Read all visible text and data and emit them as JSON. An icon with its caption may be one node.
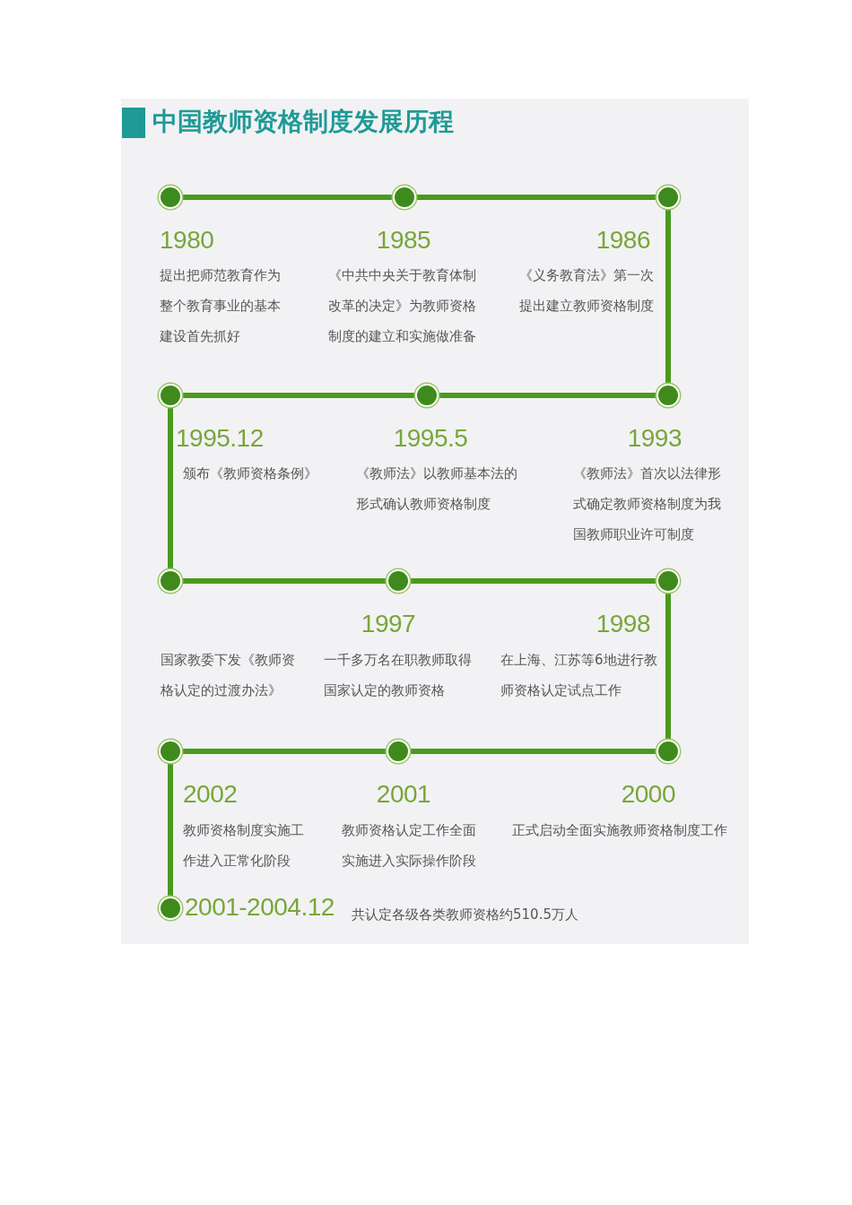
{
  "diagram": {
    "title": "中国教师资格制度发展历程",
    "nodes": [
      {
        "text": [],
        "shape": "circle",
        "beside": [
          "1980",
          "提出把师范教育作为整个教育事业的基本建设首先抓好"
        ]
      },
      {
        "text": [],
        "shape": "circle",
        "beside": [
          "1985",
          "《中共中央关于教育体制改革的决定》为教师资格制度的建立和实施做准备"
        ]
      },
      {
        "text": [],
        "shape": "circle",
        "beside": [
          "1986",
          "《义务教育法》第一次提出建立教师资格制度"
        ]
      },
      {
        "text": [],
        "shape": "circle",
        "beside": [
          "1993",
          "《教师法》首次以法律形式确定教师资格制度为我国教师职业许可制度"
        ]
      },
      {
        "text": [],
        "shape": "circle",
        "beside": [
          "1995.5",
          "《教师法》以教师基本法的形式确认教师资格制度"
        ]
      },
      {
        "text": [],
        "shape": "circle",
        "beside": [
          "1995.12",
          "颁布《教师资格条例》"
        ]
      },
      {
        "text": [],
        "shape": "circle"
      },
      {
        "text": [],
        "shape": "circle",
        "beside": [
          "1997",
          "一千多万名在职教师取得国家认定的教师资格"
        ]
      },
      {
        "text": [],
        "shape": "circle",
        "beside": [
          "1998",
          "在上海、江苏等6地进行教师资格认定试点工作"
        ]
      },
      {
        "text": [],
        "shape": "circle",
        "beside": [
          "2000",
          "正式启动全面实施教师资格制度工作"
        ]
      },
      {
        "text": [],
        "shape": "circle",
        "beside": [
          "2001",
          "教师资格认定工作全面实施进入实际操作阶段"
        ]
      },
      {
        "text": [],
        "shape": "circle",
        "beside": [
          "2002",
          "教师资格制度实施工作进入正常化阶段"
        ]
      },
      {
        "text": [],
        "shape": "circle",
        "beside": [
          "2001-2004.12",
          "共认定各级各类教师资格约510.5万人"
        ]
      }
    ],
    "edges": [
      {
        "from": 0,
        "to": 1,
        "arrow": "none"
      },
      {
        "from": 1,
        "to": 2,
        "arrow": "none"
      },
      {
        "from": 2,
        "to": 3,
        "arrow": "none"
      },
      {
        "from": 3,
        "to": 4,
        "arrow": "none"
      },
      {
        "from": 4,
        "to": 5,
        "arrow": "none"
      },
      {
        "from": 5,
        "to": 6,
        "arrow": "none"
      },
      {
        "from": 6,
        "to": 7,
        "arrow": "none"
      },
      {
        "from": 7,
        "to": 8,
        "arrow": "none"
      },
      {
        "from": 8,
        "to": 9,
        "arrow": "none"
      },
      {
        "from": 9,
        "to": 10,
        "arrow": "none"
      },
      {
        "from": 10,
        "to": 11,
        "arrow": "none"
      },
      {
        "from": 11,
        "to": 12,
        "arrow": "none"
      }
    ],
    "labels": [
      "国家教委下发《教师资格认定的过渡办法》"
    ]
  }
}
